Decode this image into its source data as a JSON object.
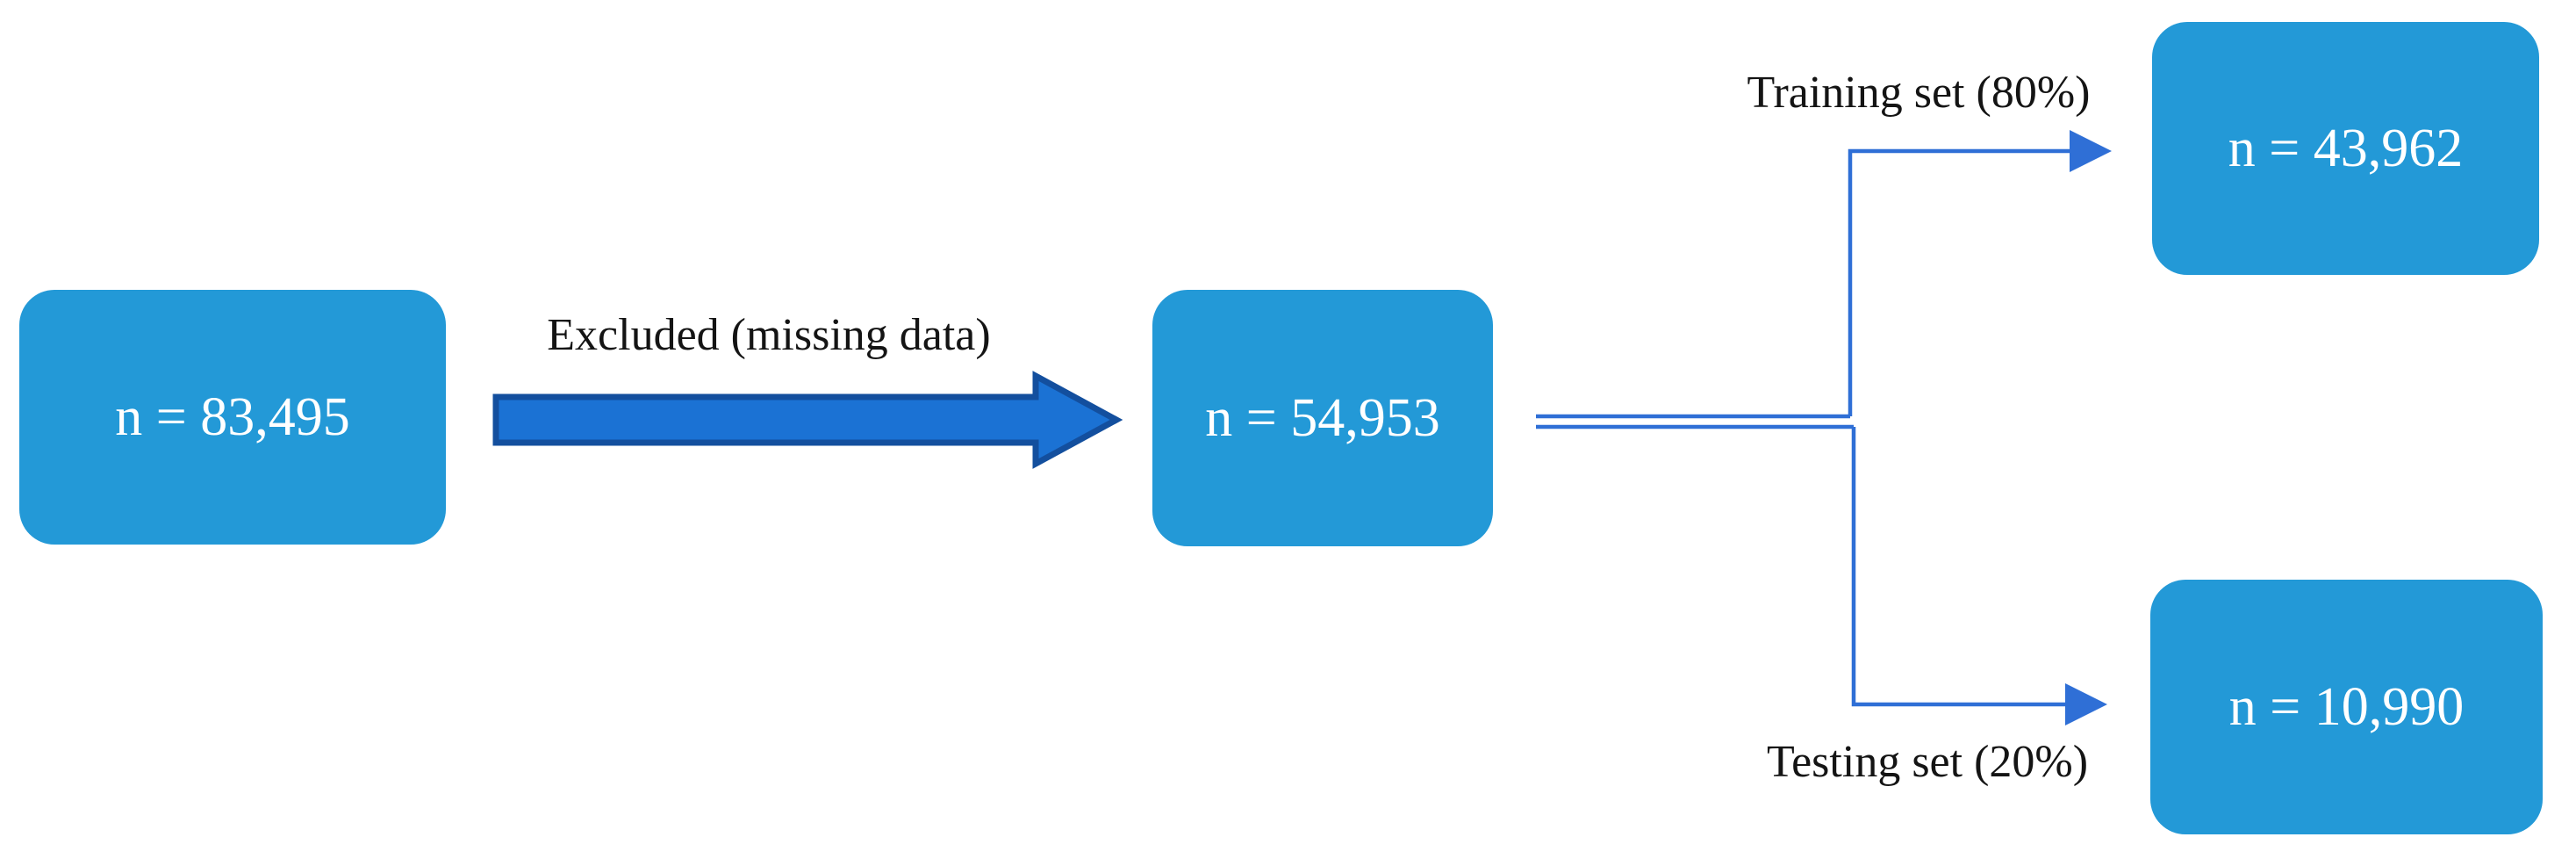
{
  "diagram": {
    "nodes": [
      {
        "id": "initial-cohort",
        "label": "n = 83,495"
      },
      {
        "id": "included-cohort",
        "label": "n = 54,953"
      },
      {
        "id": "training-set",
        "label": "n = 43,962"
      },
      {
        "id": "testing-set",
        "label": "n = 10,990"
      }
    ],
    "edges": [
      {
        "id": "excluded",
        "label": "Excluded (missing data)"
      },
      {
        "id": "training",
        "label": "Training set (80%)"
      },
      {
        "id": "testing",
        "label": "Testing set (20%)"
      }
    ]
  },
  "colors": {
    "background": "#FFFFFF",
    "node_fill": "#2399D7",
    "node_text": "#FFFFFF",
    "label_text": "#141414",
    "block_arrow_fill": "#1B72D4",
    "block_arrow_border": "#134F9E",
    "connector": "#2F6FD6"
  }
}
